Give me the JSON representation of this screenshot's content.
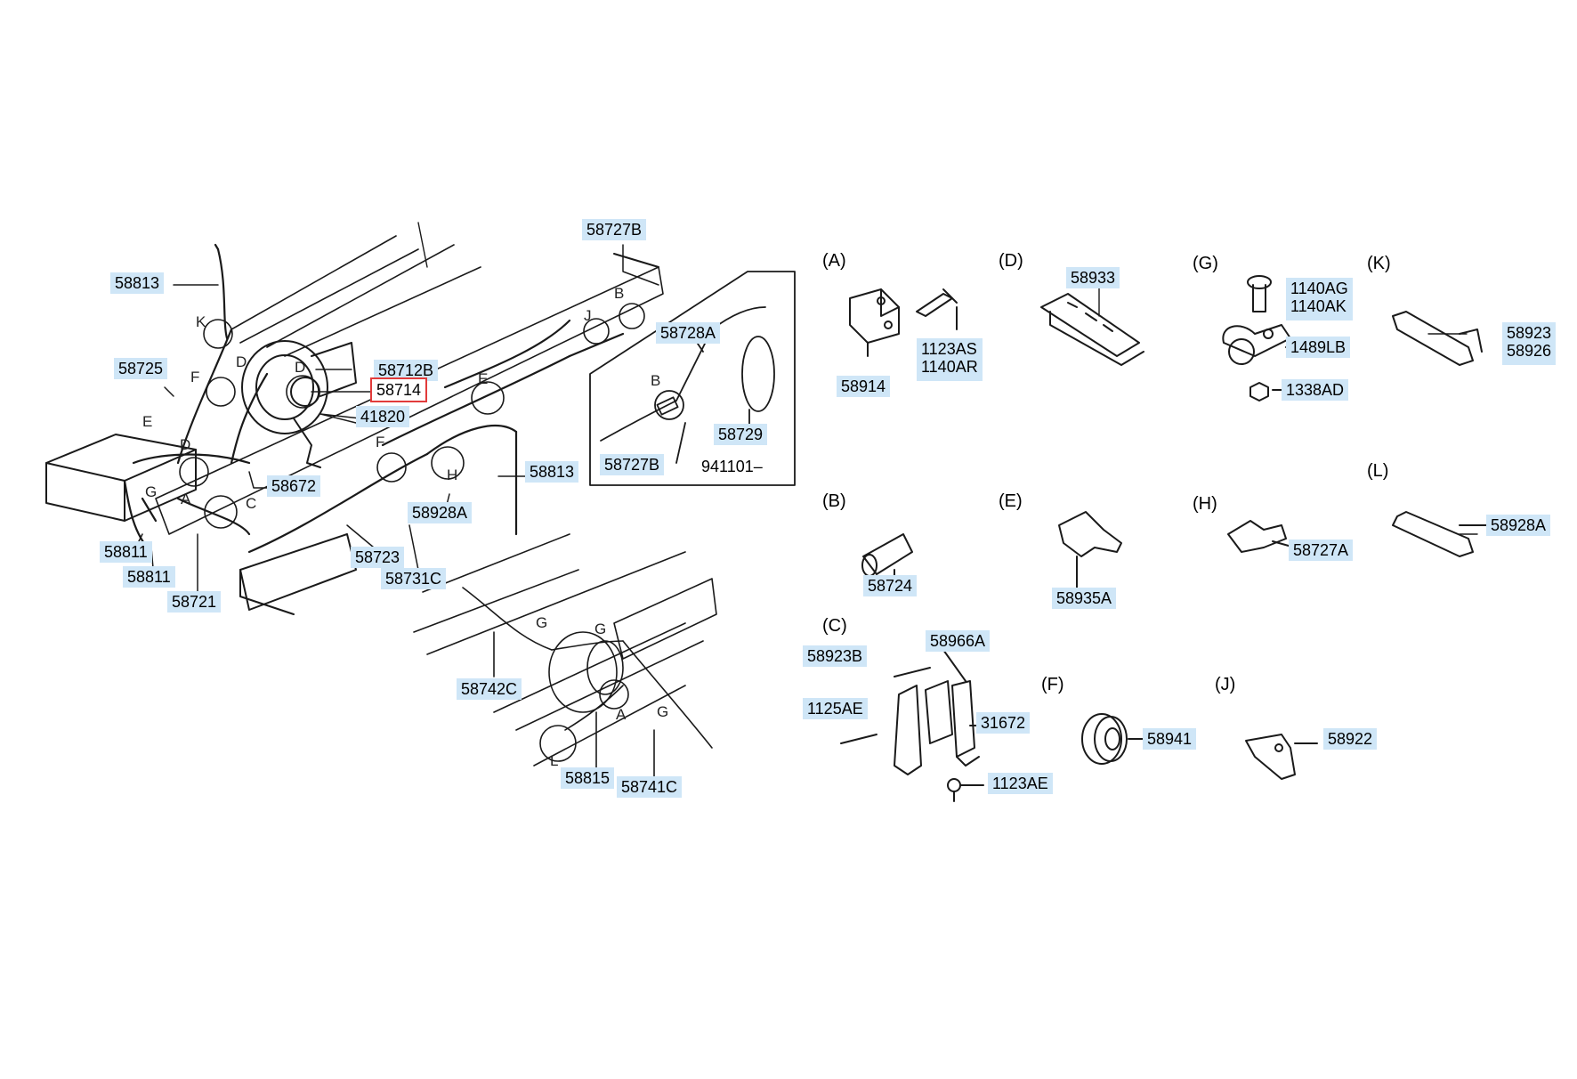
{
  "diagram": {
    "sections": {
      "A": "(A)",
      "B": "(B)",
      "C": "(C)",
      "D": "(D)",
      "E": "(E)",
      "F": "(F)",
      "G": "(G)",
      "H": "(H)",
      "J": "(J)",
      "K": "(K)",
      "L": "(L)"
    },
    "inset_code": "941101–",
    "detail_letters": [
      "K",
      "D",
      "F",
      "E",
      "D",
      "D",
      "G",
      "A",
      "C",
      "B",
      "J",
      "E",
      "F",
      "H",
      "B",
      "G",
      "G",
      "A",
      "G",
      "L"
    ],
    "parts": {
      "p58813_top": "58813",
      "p58725": "58725",
      "p58712B": "58712B",
      "p58714": "58714",
      "p41820": "41820",
      "p58672": "58672",
      "p58811_a": "58811",
      "p58811_b": "58811",
      "p58721": "58721",
      "p58723": "58723",
      "p58731C": "58731C",
      "p58928A_main": "58928A",
      "p58813_mid": "58813",
      "p58727B_top": "58727B",
      "p58728A": "58728A",
      "p58727B_inset": "58727B",
      "p58729": "58729",
      "p58742C": "58742C",
      "p58815": "58815",
      "p58741C": "58741C",
      "p58914": "58914",
      "p1123AS": [
        "1123AS",
        "1140AR"
      ],
      "p58933": "58933",
      "p1140AG": [
        "1140AG",
        "1140AK"
      ],
      "p1489LB": "1489LB",
      "p1338AD": "1338AD",
      "p58923": [
        "58923",
        "58926"
      ],
      "p58724": "58724",
      "p58935A": "58935A",
      "p58727A": "58727A",
      "p58928A_L": "58928A",
      "p58923B": "58923B",
      "p58966A": "58966A",
      "p1125AE": "1125AE",
      "p31672": "31672",
      "p1123AE": "1123AE",
      "p58941": "58941",
      "p58922": "58922"
    },
    "highlighted_part": "58714",
    "colors": {
      "label_bg": "#cfe6f7",
      "highlight_border": "#e23b3b",
      "line": "#1a1a1a"
    }
  }
}
